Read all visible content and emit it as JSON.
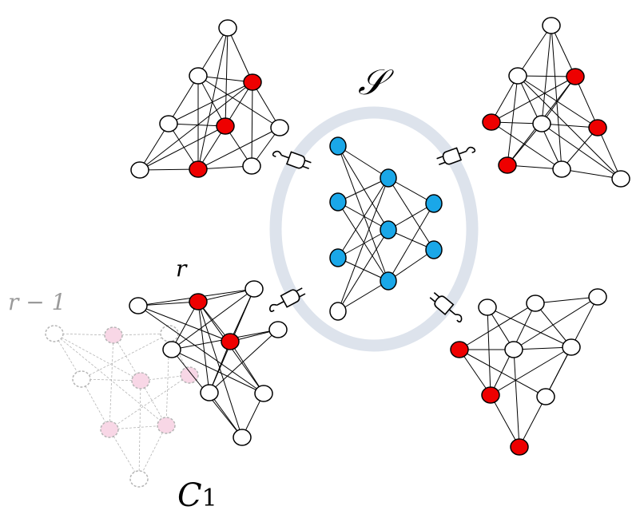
{
  "labels": {
    "set_symbol": "𝒮",
    "round_current": "r",
    "round_previous": "r − 1",
    "client_symbol": "C",
    "client_subscript": "1"
  },
  "colors": {
    "node_fill": "#ffffff",
    "node_selected": "#ee0000",
    "node_model": "#1aa7e8",
    "ghost_fill": "#f8d7e6",
    "ghost_stroke": "#b5b5b5",
    "ring": "#dde3ec",
    "edge": "#000000",
    "faded_text": "#9a9a9a"
  },
  "icons": [
    "plug-icon",
    "plug-icon",
    "plug-icon",
    "plug-icon"
  ]
}
